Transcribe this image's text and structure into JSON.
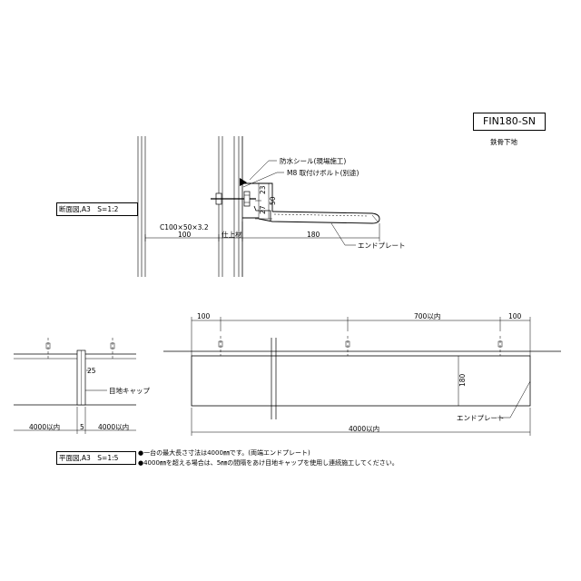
{
  "title_block": {
    "model": "FIN180-SN",
    "substrate": "鉄骨下地"
  },
  "section_view": {
    "label": "断面図,A3　S=1:2",
    "annotations": {
      "seal": "防水シール(現場施工)",
      "bolt": "M8 取付けボルト(別途)",
      "channel": "C100×50×3.2",
      "end_plate": "エンドプレート",
      "finish": "仕上材"
    },
    "dims": {
      "d100": "100",
      "d180": "180",
      "d23": "23",
      "d27": "27",
      "d50": "50"
    }
  },
  "joint_view": {
    "dims": {
      "gap": "25",
      "left": "4000以内",
      "mid": "5",
      "right": "4000以内"
    },
    "annotations": {
      "cap": "目地キャップ"
    }
  },
  "plan_view": {
    "label": "平面図,A3　S=1:5",
    "dims": {
      "left_pitch": "100",
      "mid_pitch": "700以内",
      "right_pitch": "100",
      "depth": "180",
      "total": "4000以内"
    },
    "annotations": {
      "end_plate": "エンドプレート"
    }
  },
  "notes": [
    "●一台の最大長さ寸法は4000㎜です。(両端エンドプレート)",
    "●4000㎜を超える場合は、5㎜の間隔をあけ目地キャップを使用し連続施工してください。"
  ]
}
